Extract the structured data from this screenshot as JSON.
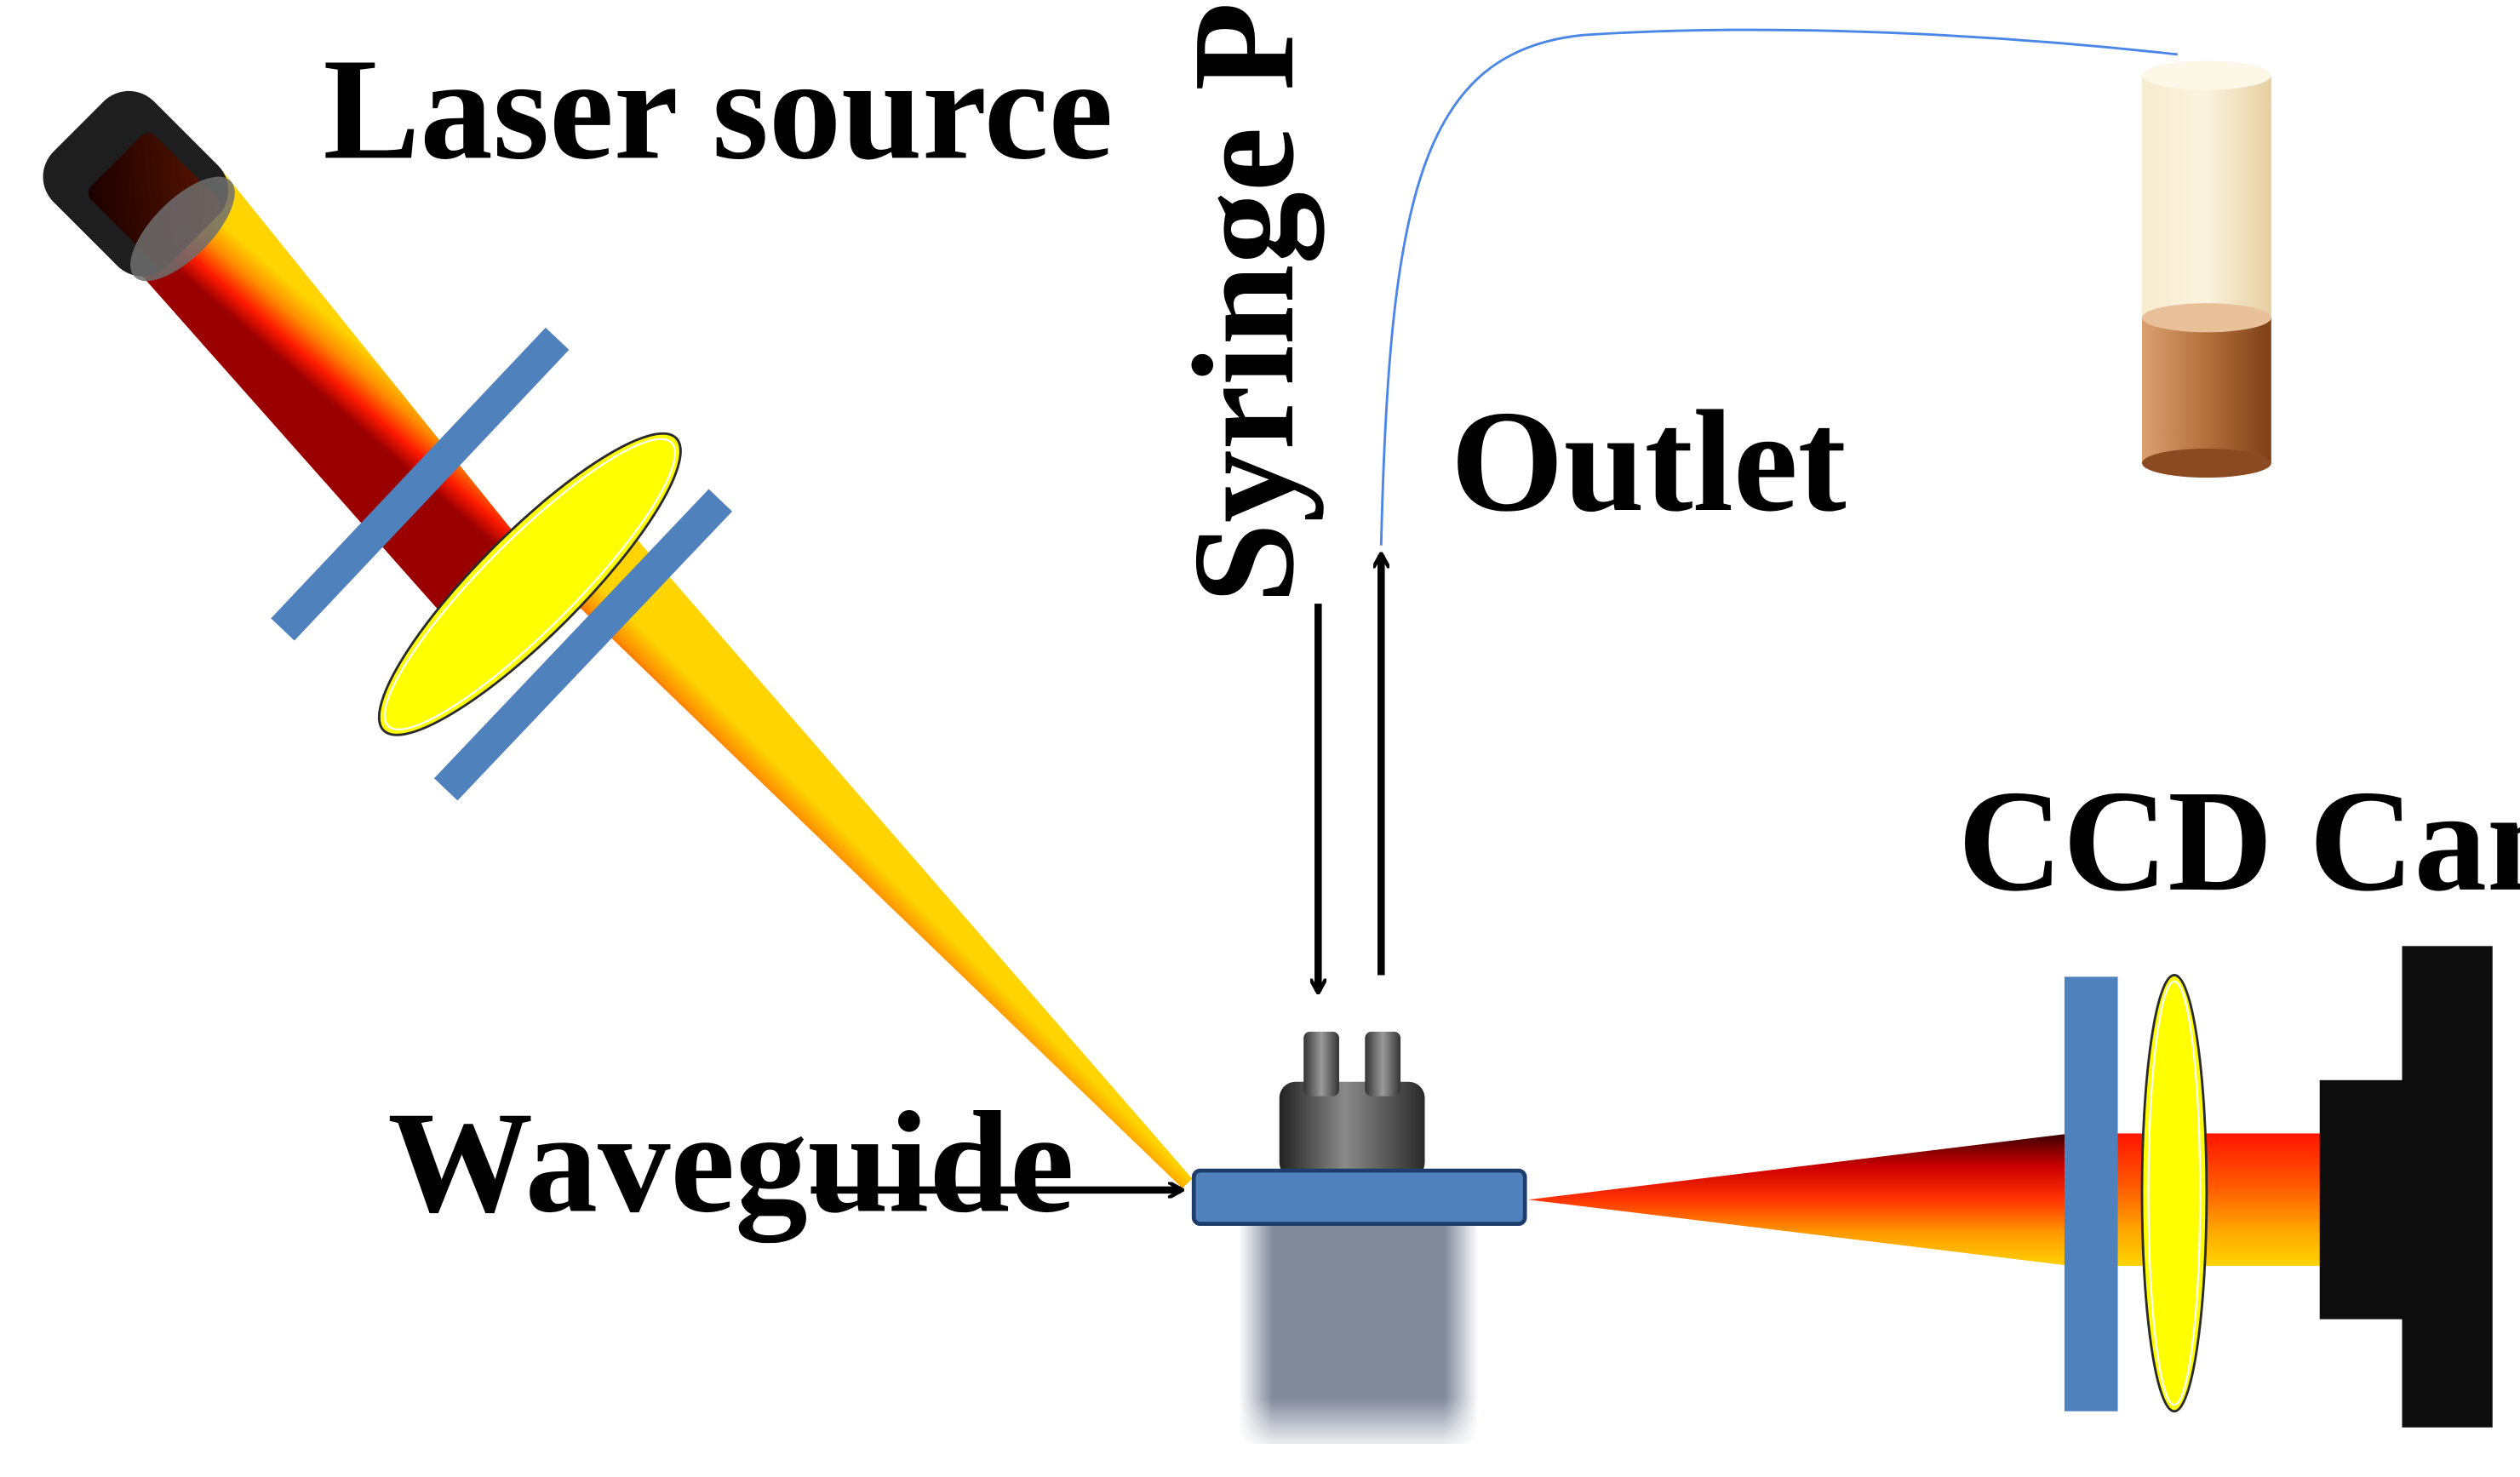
{
  "labels": {
    "laser_source": "Laser source",
    "syringe_pump": "Syringe Pump",
    "outlet": "Outlet",
    "ccd_camera": "CCD Camera",
    "waveguide": "Waveguide"
  },
  "colors": {
    "filter_blue": "#4f81bd",
    "lens_yellow": "#ffff00",
    "beam_red": "#ff0000",
    "beam_dark_red": "#7a0000",
    "beam_orange": "#ff8c00",
    "beam_yellow": "#ffd700",
    "camera_black": "#0d0d0d",
    "tube_blue": "#4a86e8",
    "vial_cream": "#f5e6c8",
    "vial_brown": "#a0522d"
  }
}
